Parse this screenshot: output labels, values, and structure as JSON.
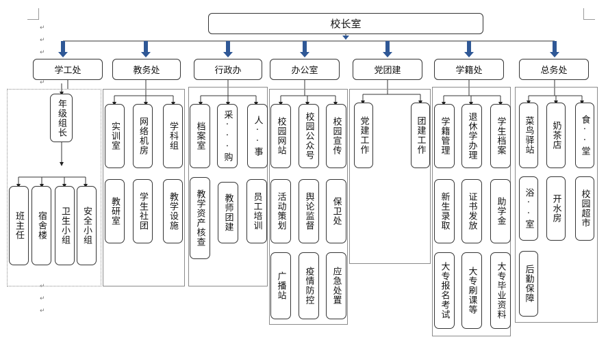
{
  "root": "校长室",
  "departments": [
    {
      "name": "学工处",
      "children": [
        "年级组长"
      ],
      "sub": [
        "班主任",
        "宿舍楼",
        "卫生小组",
        "安全小组"
      ]
    },
    {
      "name": "教务处",
      "children": [
        "实训室",
        "网络机房",
        "学科组",
        "教研室",
        "学生社团",
        "教学设施"
      ]
    },
    {
      "name": "行政办",
      "children": [
        "档案室",
        "采···购",
        "人··事",
        "教学资产核查",
        "教师团建",
        "员工培训"
      ]
    },
    {
      "name": "办公室",
      "children": [
        "校园网站",
        "校园公众号",
        "校园宣传",
        "活动策划",
        "舆论监督",
        "保卫处",
        "广播站",
        "疫情防控",
        "应急处置"
      ]
    },
    {
      "name": "党团建",
      "children": [
        "党建工作",
        "团建工作"
      ]
    },
    {
      "name": "学籍处",
      "children": [
        "学籍管理",
        "退休学办理",
        "学生档案",
        "新生录取",
        "证书发放",
        "助学金",
        "大专报名考试",
        "大专刷课等",
        "大专毕业资料"
      ]
    },
    {
      "name": "总务处",
      "children": [
        "菜鸟驿站",
        "奶茶店",
        "食··堂",
        "浴··室",
        "开水房",
        "校园超市",
        "后勤保障"
      ]
    }
  ],
  "colors": {
    "arrow": "#2f5896",
    "line": "#333333",
    "panel": "#8a8a8a"
  },
  "marks": {
    "para": "↵"
  }
}
